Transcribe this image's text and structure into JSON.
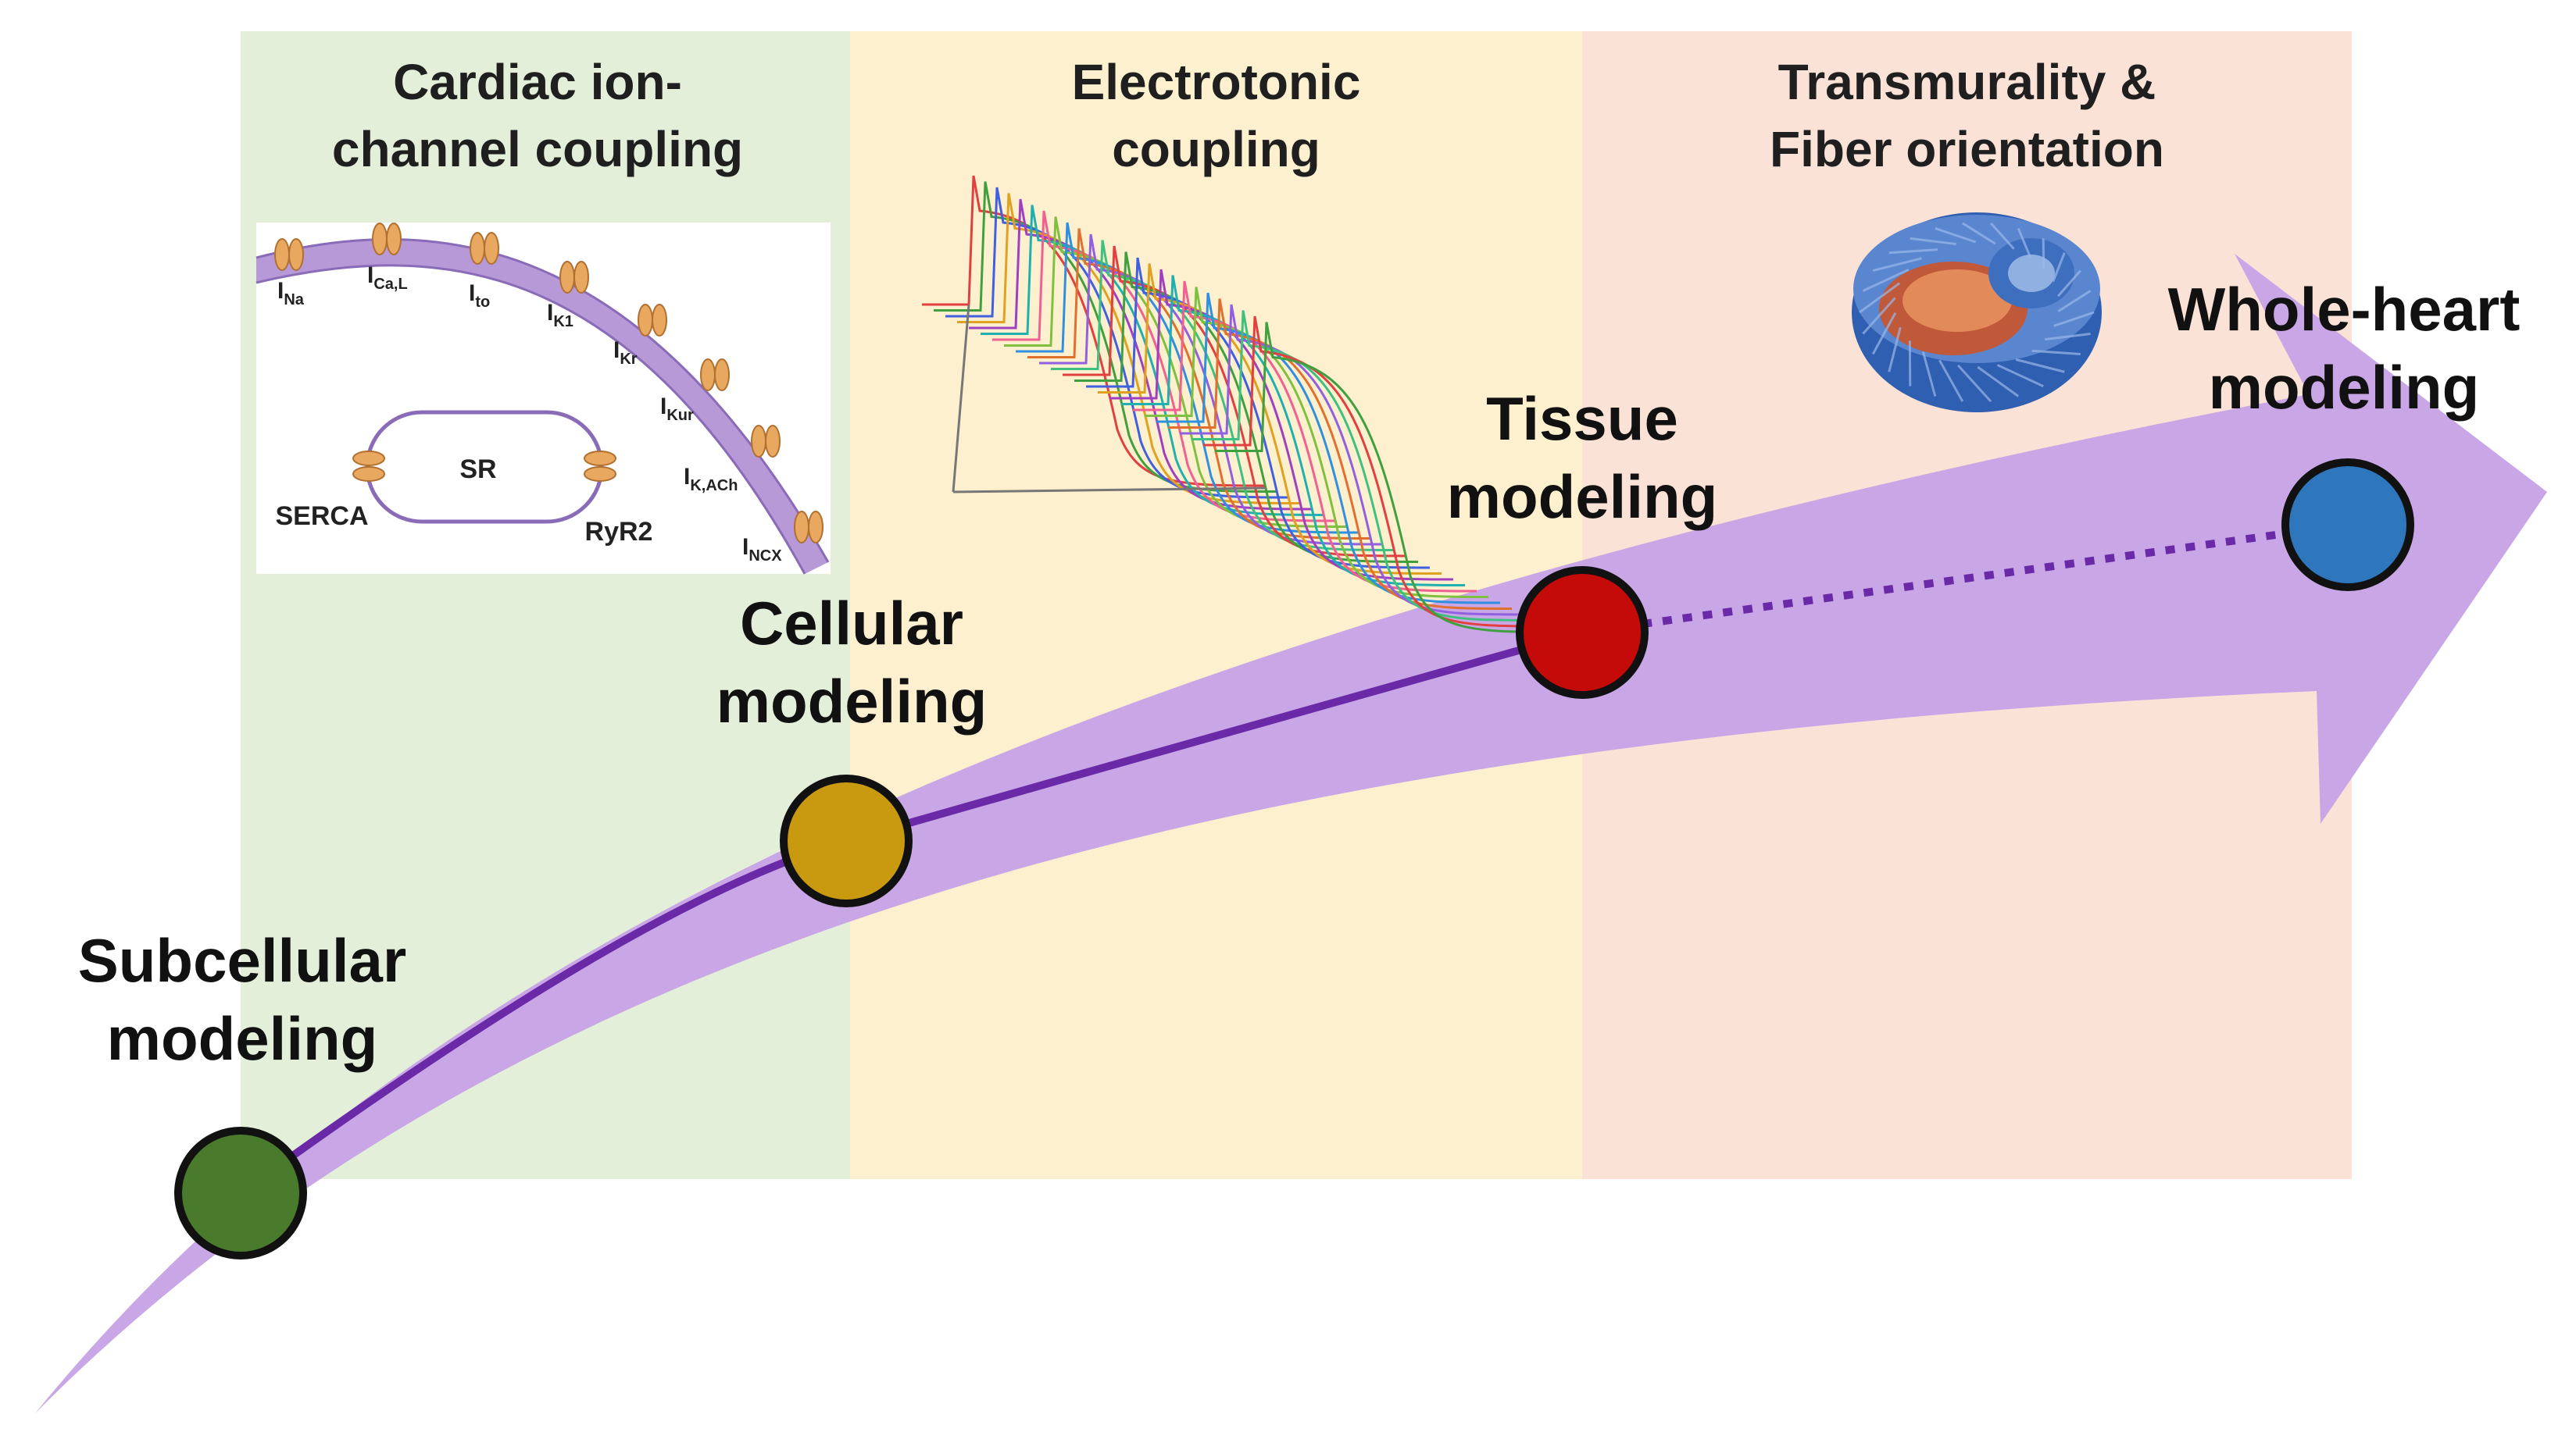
{
  "panels": [
    {
      "title_line1": "Cardiac ion-",
      "title_line2": "channel coupling",
      "color": "#e3efd9"
    },
    {
      "title_line1": "Electrotonic",
      "title_line2": "coupling",
      "color": "#fdf0cf"
    },
    {
      "title_line1": "Transmurality &",
      "title_line2": "Fiber orientation",
      "color": "#fbe2d6"
    }
  ],
  "stages": [
    {
      "line1": "Subcellular",
      "line2": "modeling",
      "color": "#4a7a2c"
    },
    {
      "line1": "Cellular",
      "line2": "modeling",
      "color": "#c99a10"
    },
    {
      "line1": "Tissue",
      "line2": "modeling",
      "color": "#c50a0a"
    },
    {
      "line1": "Whole-heart",
      "line2": "modeling",
      "color": "#2f77bd"
    }
  ],
  "ion_channels": {
    "currents": [
      {
        "name": "I",
        "sub": "Na"
      },
      {
        "name": "I",
        "sub": "Ca,L"
      },
      {
        "name": "I",
        "sub": "to"
      },
      {
        "name": "I",
        "sub": "K1"
      },
      {
        "name": "I",
        "sub": "Kr"
      },
      {
        "name": "I",
        "sub": "Kur"
      },
      {
        "name": "I",
        "sub": "K,ACh"
      },
      {
        "name": "I",
        "sub": "NCX"
      }
    ],
    "sr_label": "SR",
    "serca_label": "SERCA",
    "ryr2_label": "RyR2"
  },
  "colors": {
    "arrow": "#c9a6e6",
    "path_line": "#6a2aa8",
    "membrane": "#a987cf",
    "channel": "#e8a860"
  }
}
